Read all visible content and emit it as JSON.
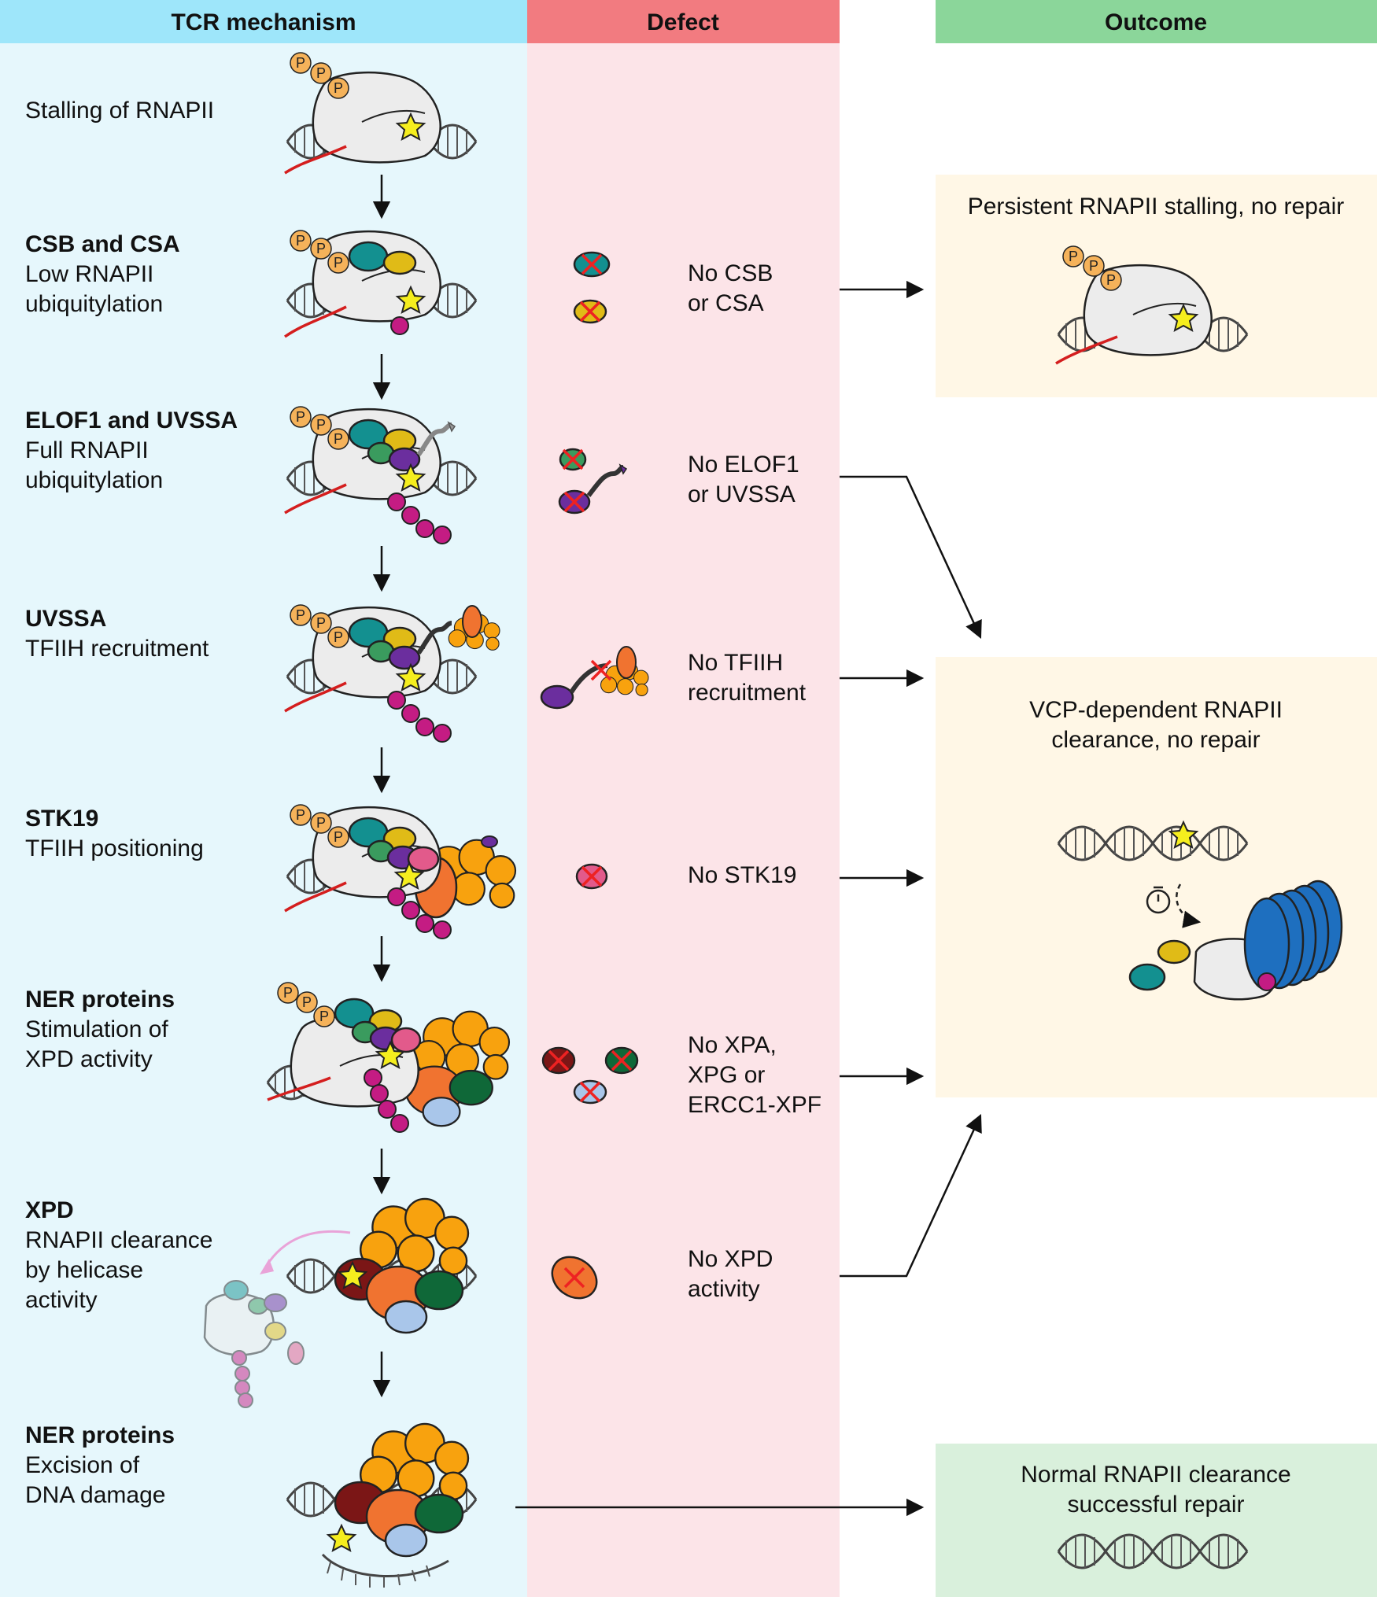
{
  "headers": {
    "mechanism": "TCR mechanism",
    "defect": "Defect",
    "outcome": "Outcome"
  },
  "phospho_label": "P",
  "colors": {
    "mechanism_bg": "#E6F7FC",
    "mechanism_header": "#9EE6FA",
    "defect_bg": "#FCE4E8",
    "defect_header": "#F27B80",
    "outcome_header": "#8BD69A",
    "outcome_box": "#FFF7E6",
    "success_box": "#D9F0DC",
    "rnapii": "#ECECEC",
    "csb": "#139090",
    "csa": "#E0BB17",
    "elof1": "#3A9B5E",
    "uvssa": "#6B2E9E",
    "ubiquitin": "#C41C83",
    "tfiih": "#F8A20E",
    "xpd": "#F07330",
    "xpa": "#7B1616",
    "xpg": "#0F6838",
    "ercc1_xpf": "#A9C6EA",
    "stk19": "#E25A8B",
    "vcp": "#1E6FBF",
    "dna_damage": "#F5EE1E",
    "rna": "#D41E1E",
    "phospho": "#F5B25A"
  },
  "steps": [
    {
      "title": "",
      "lines": [
        "Stalling of RNAPII"
      ]
    },
    {
      "title": "CSB and CSA",
      "lines": [
        "Low RNAPII",
        "ubiquitylation"
      ]
    },
    {
      "title": "ELOF1 and UVSSA",
      "lines": [
        "Full RNAPII",
        "ubiquitylation"
      ]
    },
    {
      "title": "UVSSA",
      "lines": [
        "TFIIH recruitment"
      ]
    },
    {
      "title": "STK19",
      "lines": [
        "TFIIH positioning"
      ]
    },
    {
      "title": "NER proteins",
      "lines": [
        "Stimulation of",
        "XPD activity"
      ]
    },
    {
      "title": "XPD",
      "lines": [
        "RNAPII clearance",
        "by helicase",
        "activity"
      ]
    },
    {
      "title": "NER proteins",
      "lines": [
        "Excision of",
        "DNA damage"
      ]
    }
  ],
  "defects": [
    {
      "lines": [
        "No CSB",
        "or CSA"
      ]
    },
    {
      "lines": [
        "No ELOF1",
        "or UVSSA"
      ]
    },
    {
      "lines": [
        "No TFIIH",
        "recruitment"
      ]
    },
    {
      "lines": [
        "No STK19"
      ]
    },
    {
      "lines": [
        "No XPA,",
        "XPG or",
        "ERCC1-XPF"
      ]
    },
    {
      "lines": [
        "No XPD",
        "activity"
      ]
    }
  ],
  "outcomes": [
    {
      "lines": [
        "Persistent RNAPII stalling, no repair"
      ]
    },
    {
      "lines": [
        "VCP-dependent RNAPII",
        "clearance, no repair"
      ]
    },
    {
      "lines": [
        "Normal RNAPII clearance",
        "successful repair"
      ]
    }
  ]
}
